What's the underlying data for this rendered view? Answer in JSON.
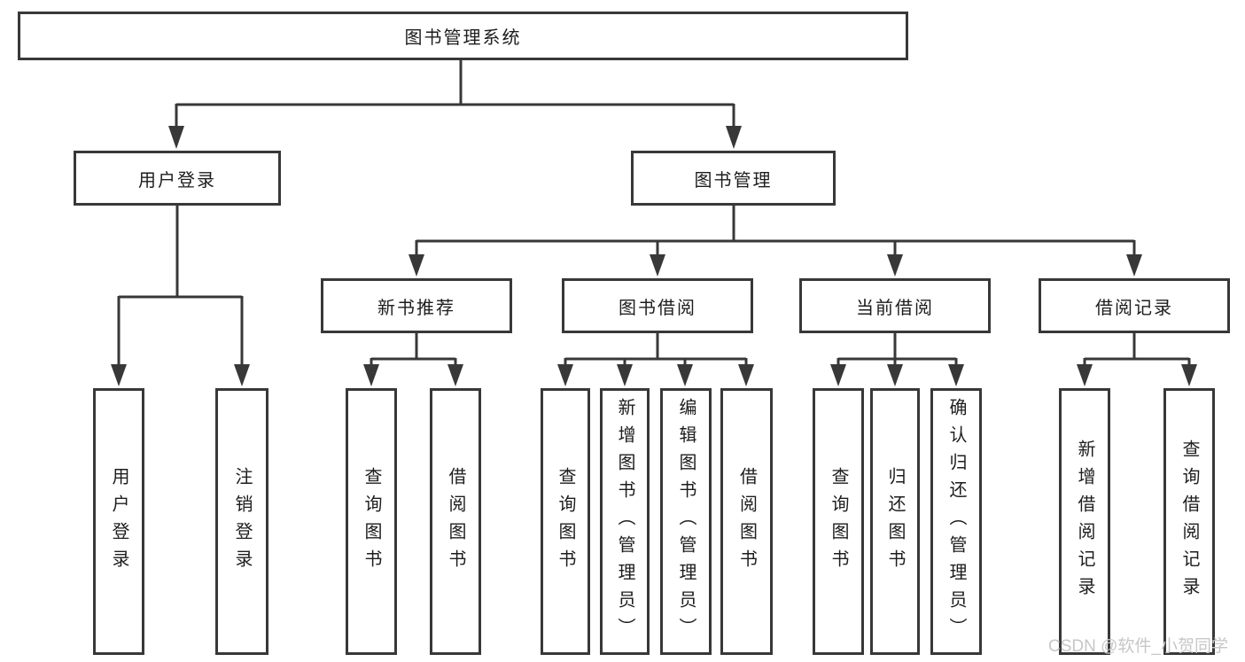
{
  "diagram": {
    "root": "图书管理系统",
    "level2": [
      "用户登录",
      "图书管理"
    ],
    "level3": [
      "新书推荐",
      "图书借阅",
      "当前借阅",
      "借阅记录"
    ],
    "leaves": [
      "用户登录",
      "注销登录",
      "查询图书",
      "借阅图书",
      "查询图书",
      "新增图书（管理员）",
      "编辑图书（管理员）",
      "借阅图书",
      "查询图书",
      "归还图书",
      "确认归还（管理员）",
      "新增借阅记录",
      "查询借阅记录"
    ],
    "watermark": "CSDN @软件_小贺同学",
    "colors": {
      "line": "#383838",
      "text": "#1d1d1f",
      "watermark": "#c7c7c7",
      "background": "#ffffff"
    }
  }
}
